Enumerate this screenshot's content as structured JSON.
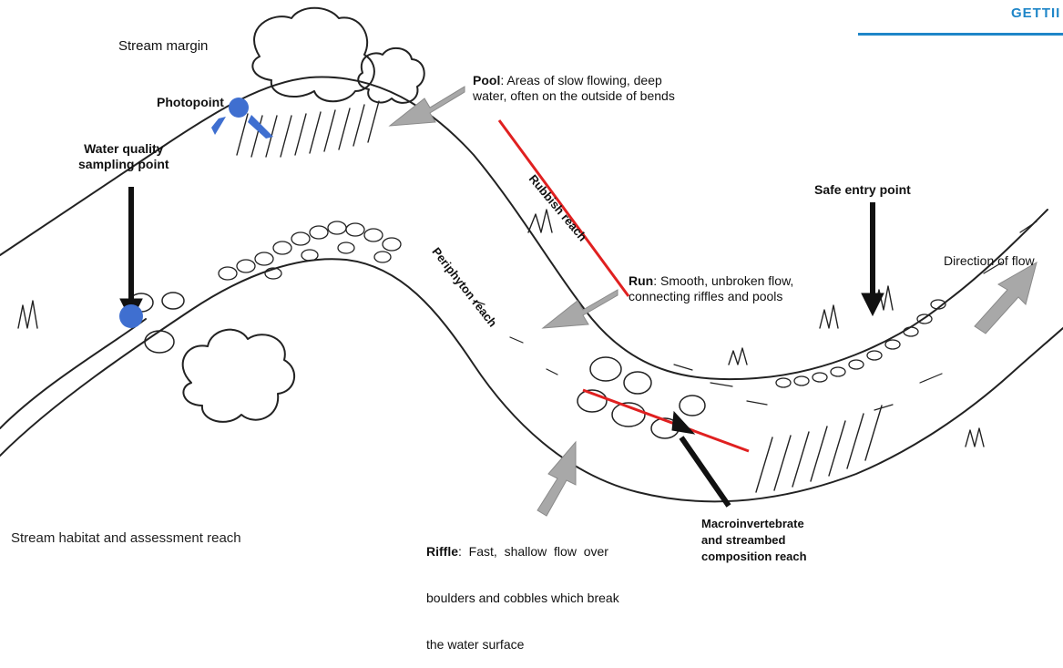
{
  "header": {
    "tag": "GETTII"
  },
  "labels": {
    "stream_margin": "Stream margin",
    "photopoint": "Photopoint",
    "water_quality_l1": "Water quality",
    "water_quality_l2": "sampling point",
    "pool_term": "Pool",
    "pool_desc_l1": ": Areas of slow flowing, deep",
    "pool_desc_l2": "water, often on the outside of bends",
    "rubbish_reach": "Rubbish reach",
    "safe_entry": "Safe entry point",
    "direction_flow": "Direction of flow",
    "periphyton_reach": "Periphyton reach",
    "run_term": "Run",
    "run_desc_l1": ": Smooth, unbroken flow,",
    "run_desc_l2": "connecting riffles and pools",
    "riffle_term": "Riffle",
    "riffle_desc_l1": ":  Fast,  shallow  flow  over",
    "riffle_desc_l2": "boulders and cobbles which break",
    "riffle_desc_l3": "the water surface",
    "macro_l1": "Macroinvertebrate",
    "macro_l2": "and streambed",
    "macro_l3": "composition reach"
  },
  "caption": "Stream habitat and assessment reach",
  "colors": {
    "accent": "#1f86c8",
    "reach_line": "#e02020",
    "arrow_grey": "#a8a8a8",
    "point_blue": "#3f6fd0"
  }
}
